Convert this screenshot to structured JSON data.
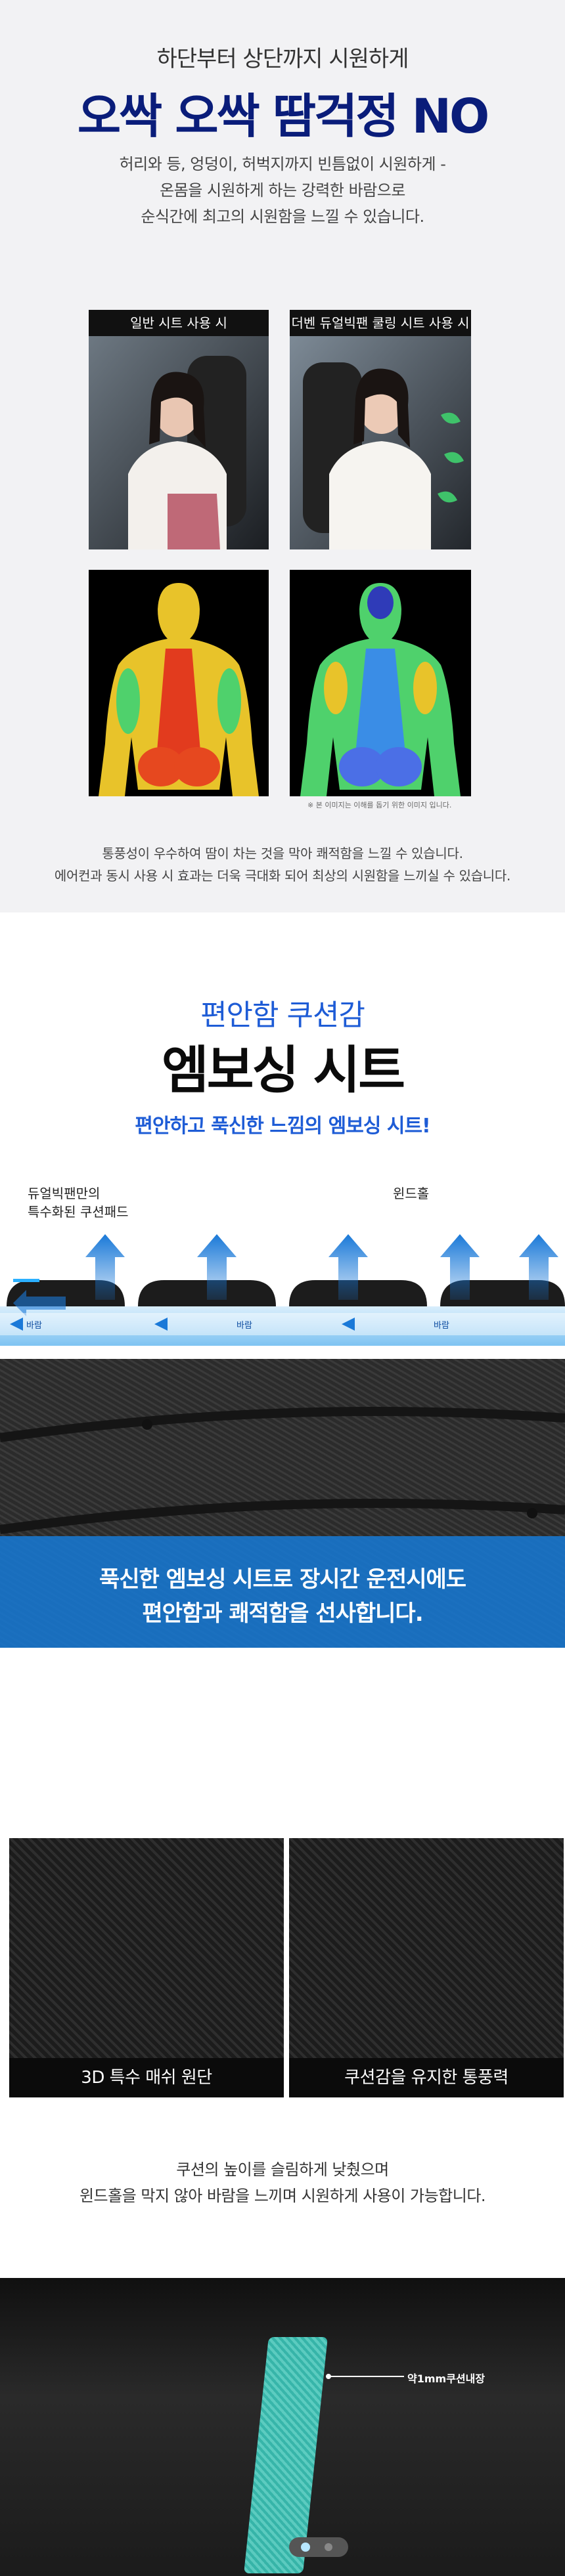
{
  "section1": {
    "subtitle": "하단부터 상단까지 시원하게",
    "title": "오싹 오싹 땀걱정 NO",
    "body_lines": [
      "허리와 등, 엉덩이, 허벅지까지 빈틈없이 시원하게 -",
      "온몸을 시원하게 하는 강력한 바람으로",
      "순식간에 최고의 시원함을 느낄 수 있습니다."
    ],
    "compare_left_label": "일반 시트 사용 시",
    "compare_right_label": "더벤 듀얼빅팬 쿨링 시트 사용 시",
    "image_note": "※ 본 이미지는 이해를 돕기 위한 이미지 입니다.",
    "desc_lines": [
      "통풍성이 우수하여 땀이 차는 것을 막아 쾌적함을 느낄 수 있습니다.",
      "에어컨과 동시 사용 시 효과는 더욱 극대화 되어 최상의 시원함을 느끼실 수 있습니다."
    ]
  },
  "section2": {
    "title_blue": "편안함 쿠션감",
    "title_black": "엠보싱 시트",
    "subtitle": "편안하고 푹신한 느낌의 엠보싱 시트!",
    "callout_left_1": "듀얼빅팬만의",
    "callout_left_2": "특수화된 쿠션패드",
    "callout_right": "윈드홀",
    "wind_labels": [
      "바람",
      "바람",
      "바람"
    ],
    "bar_lines": [
      "푹신한 엠보싱 시트로 장시간 운전시에도",
      "편안함과 쾌적함을 선사합니다."
    ]
  },
  "section3": {
    "tile_left": "3D 특수 매쉬 원단",
    "tile_right": "쿠션감을 유지한 통풍력",
    "desc_lines": [
      "쿠션의 높이를 슬림하게 낮췄으며",
      "윈드홀을 막지 않아 바람을 느끼며 시원하게 사용이 가능합니다."
    ]
  },
  "section4": {
    "callout": "약1mm쿠션내장"
  }
}
